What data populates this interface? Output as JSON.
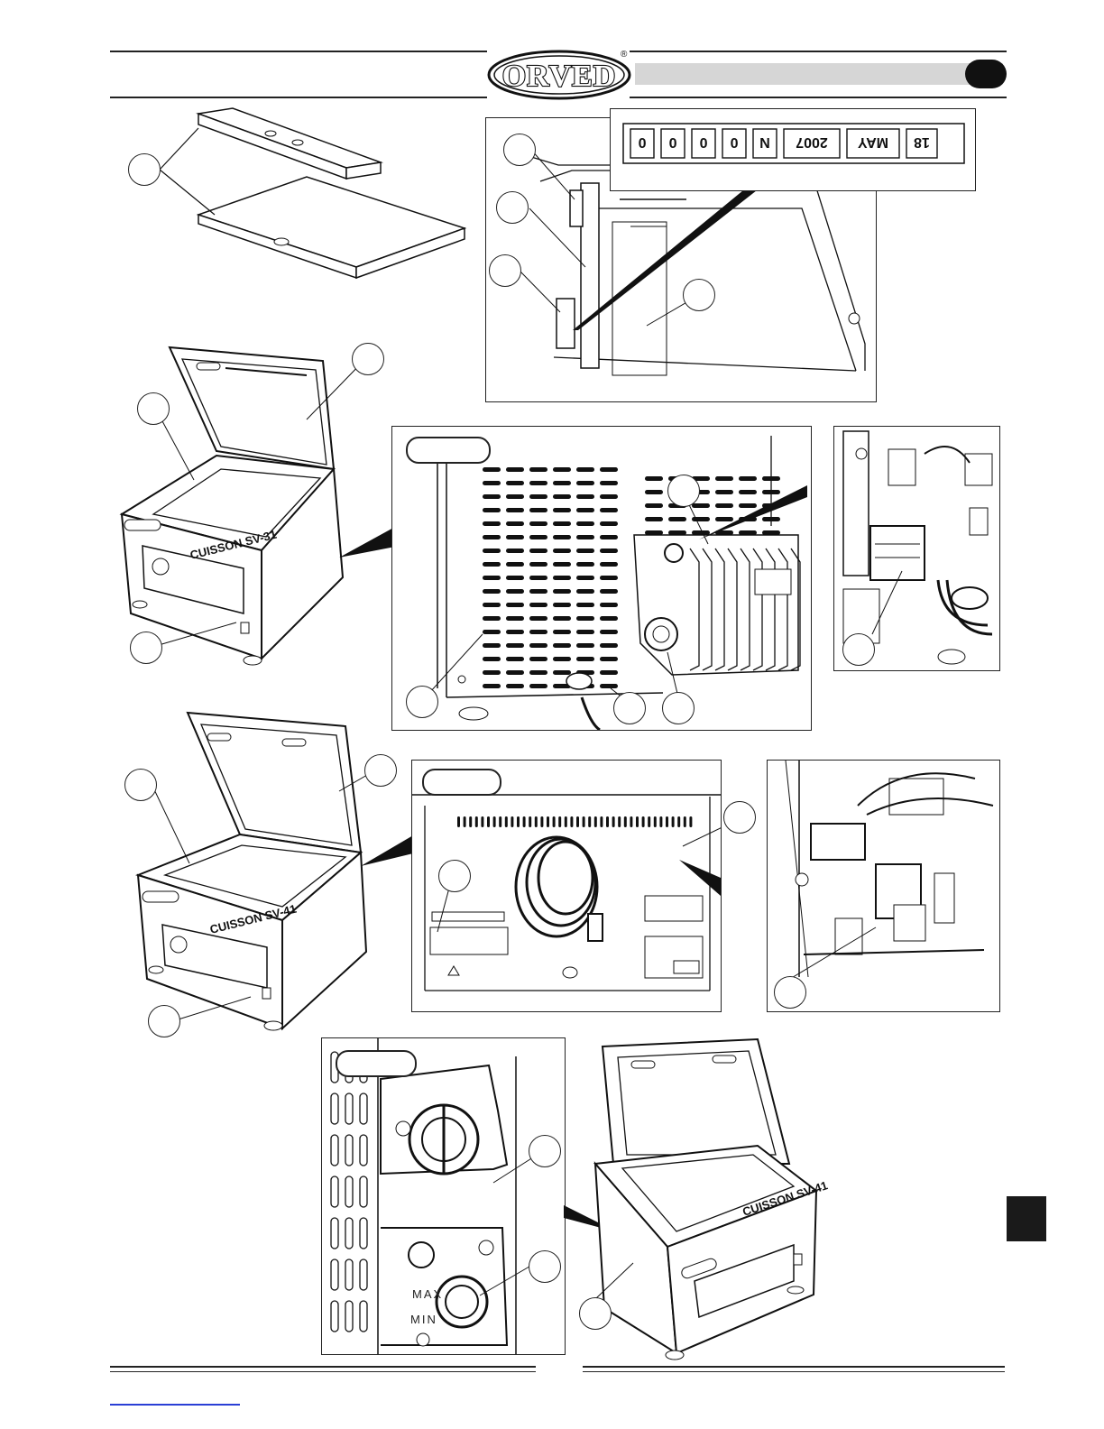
{
  "header": {
    "brand": "ORVED",
    "registered": "®"
  },
  "machines": {
    "model_a": "CUISSON SV-31",
    "model_b": "CUISSON SV-41",
    "model_c": "CUISSON SV-41"
  },
  "date_stamp": {
    "characters": [
      "0",
      "0",
      "0",
      "0",
      "N",
      "2007",
      "MAY",
      "18"
    ]
  },
  "gauge": {
    "max_label": "MAX",
    "min_label": "MIN"
  },
  "colors": {
    "ink": "#111111",
    "header_band": "#d6d6d6",
    "side_tab": "#1a1a1a",
    "footer_link": "#2a3fd6"
  }
}
